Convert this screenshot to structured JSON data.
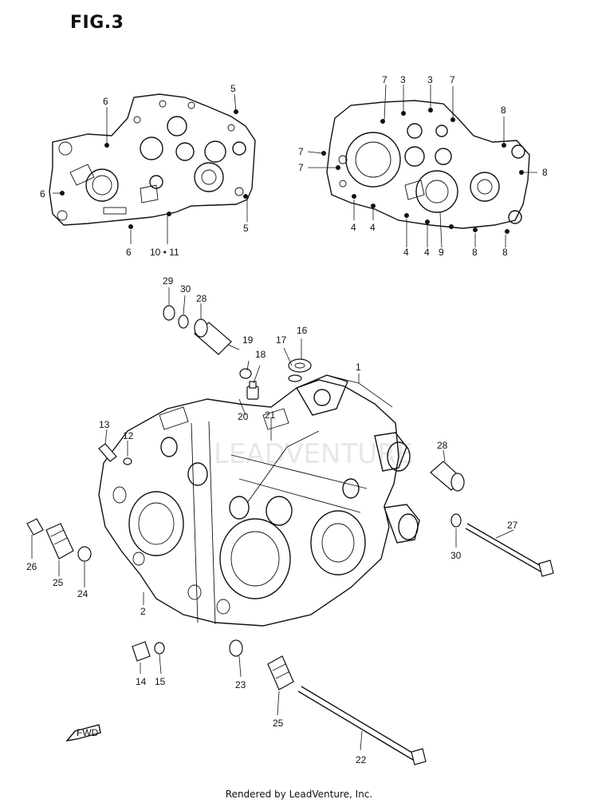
{
  "figure": {
    "title": "FIG.3"
  },
  "footer": {
    "text": "Rendered by LeadVenture, Inc."
  },
  "watermark": {
    "text": "LEADVENTURE"
  },
  "fwd_marker": {
    "text": "FWD"
  },
  "callouts": {
    "c1": "1",
    "c2": "2",
    "c3a": "3",
    "c3b": "3",
    "c4a": "4",
    "c4b": "4",
    "c4c": "4",
    "c4d": "4",
    "c5a": "5",
    "c5b": "5",
    "c6a": "6",
    "c6b": "6",
    "c6c": "6",
    "c7a": "7",
    "c7b": "7",
    "c7c": "7",
    "c7d": "7",
    "c8a": "8",
    "c8b": "8",
    "c8c": "8",
    "c8d": "8",
    "c9": "9",
    "c10_11": "10 • 11",
    "c12": "12",
    "c13": "13",
    "c14": "14",
    "c15": "15",
    "c16": "16",
    "c17": "17",
    "c18": "18",
    "c19": "19",
    "c20": "20",
    "c21": "21",
    "c22": "22",
    "c23": "23",
    "c24": "24",
    "c25a": "25",
    "c25b": "25",
    "c26": "26",
    "c27": "27",
    "c28a": "28",
    "c28b": "28",
    "c29": "29",
    "c30a": "30",
    "c30b": "30"
  }
}
